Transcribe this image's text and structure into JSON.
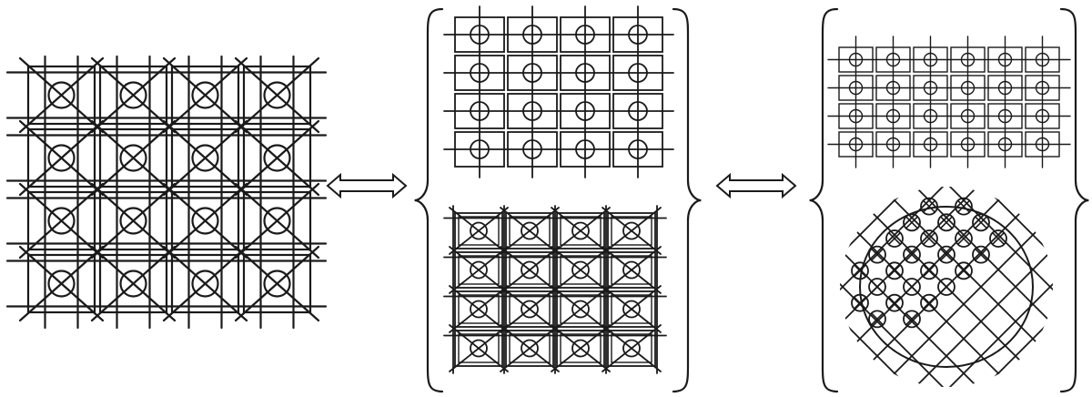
{
  "figure": {
    "ink_color": "#1a1a1a",
    "background": "#ffffff",
    "icons": {
      "double_arrow": "double-headed-arrow",
      "brace": "curly-brace"
    },
    "panels": [
      {
        "id": "panel-1",
        "rows": 4,
        "cols": 4,
        "cell_style": "diagonal-cross-circle"
      },
      {
        "id": "panel-2a",
        "rows": 4,
        "cols": 4,
        "cell_style": "square-plus-circle"
      },
      {
        "id": "panel-2b",
        "rows": 4,
        "cols": 4,
        "cell_style": "square-diagonal-circle"
      },
      {
        "id": "panel-3a",
        "rows": 4,
        "cols": 6,
        "cell_style": "square-plus-circle"
      },
      {
        "id": "panel-3b",
        "shape": "circle",
        "node_style": "circle-x",
        "node_count": 25
      }
    ]
  }
}
